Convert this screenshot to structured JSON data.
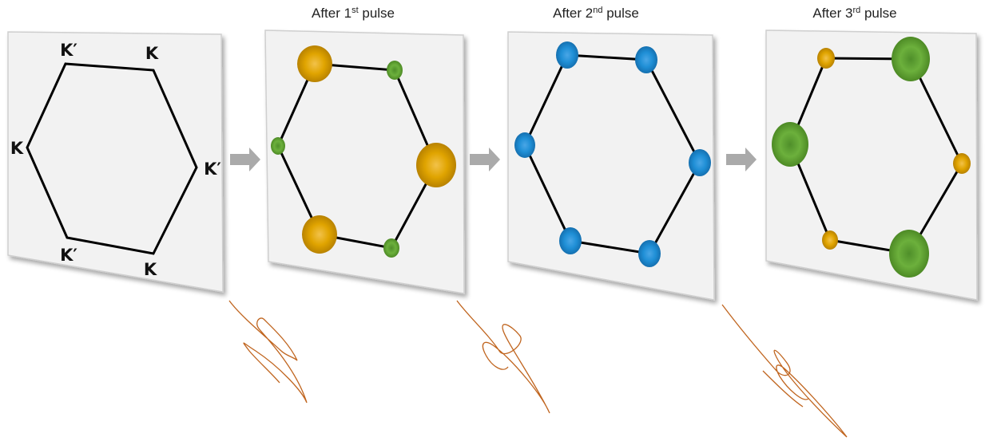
{
  "panels": [
    {
      "title": "",
      "labels": {
        "top_left": "K′",
        "top_right": "K",
        "left": "K",
        "right": "K′",
        "bottom_left": "K′",
        "bottom_right": "K"
      }
    },
    {
      "title_prefix": "After 1",
      "title_sup": "st",
      "title_suffix": " pulse"
    },
    {
      "title_prefix": "After 2",
      "title_sup": "nd",
      "title_suffix": " pulse"
    },
    {
      "title_prefix": "After 3",
      "title_sup": "rd",
      "title_suffix": " pulse"
    }
  ],
  "colors": {
    "panel_fill": "#f2f2f2",
    "panel_edge": "#c8c8c8",
    "hexagon": "#000000",
    "arrow": "#aaaaaa",
    "pulse_wave": "#c0651f",
    "yellow_valley": "#e5a800",
    "green_valley": "#6aa83a",
    "blue_valley": "#1f8fd6"
  }
}
